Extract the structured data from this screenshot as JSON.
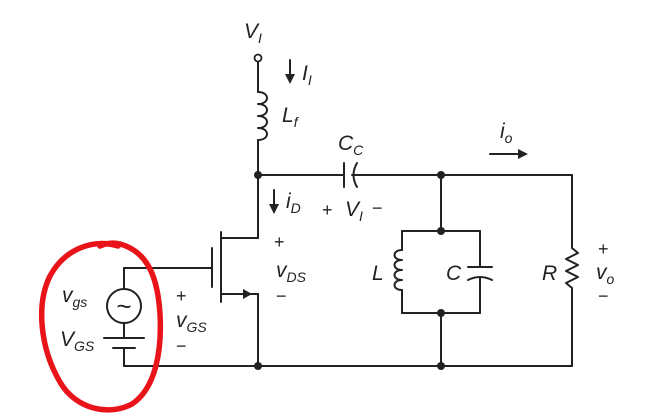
{
  "labels": {
    "vi_top": {
      "main": "V",
      "sub": "I"
    },
    "ii": {
      "main": "I",
      "sub": "I"
    },
    "lf": {
      "main": "L",
      "sub": "f"
    },
    "cc": {
      "main": "C",
      "sub": "C"
    },
    "io": {
      "main": "i",
      "sub": "o"
    },
    "id": {
      "main": "i",
      "sub": "D"
    },
    "vi_cap": {
      "main": "V",
      "sub": "I"
    },
    "vds": {
      "main": "v",
      "sub": "DS"
    },
    "vgs_ac": {
      "main": "v",
      "sub": "gs"
    },
    "vgs_dc": {
      "main": "V",
      "sub": "GS"
    },
    "vgs": {
      "main": "v",
      "sub": "GS"
    },
    "vo": {
      "main": "v",
      "sub": "o"
    },
    "l": "L",
    "c": "C",
    "r": "R"
  },
  "signs": {
    "plus": "+",
    "minus": "−",
    "vds_plus": "+",
    "vds_minus": "−",
    "vgs_plus": "+",
    "vgs_minus": "−",
    "vo_plus": "+",
    "vo_minus": "−",
    "vi_plus": "+",
    "vi_minus": "−"
  },
  "symbols": {
    "ac_source": "~"
  },
  "annotation_color": "#e8141a"
}
